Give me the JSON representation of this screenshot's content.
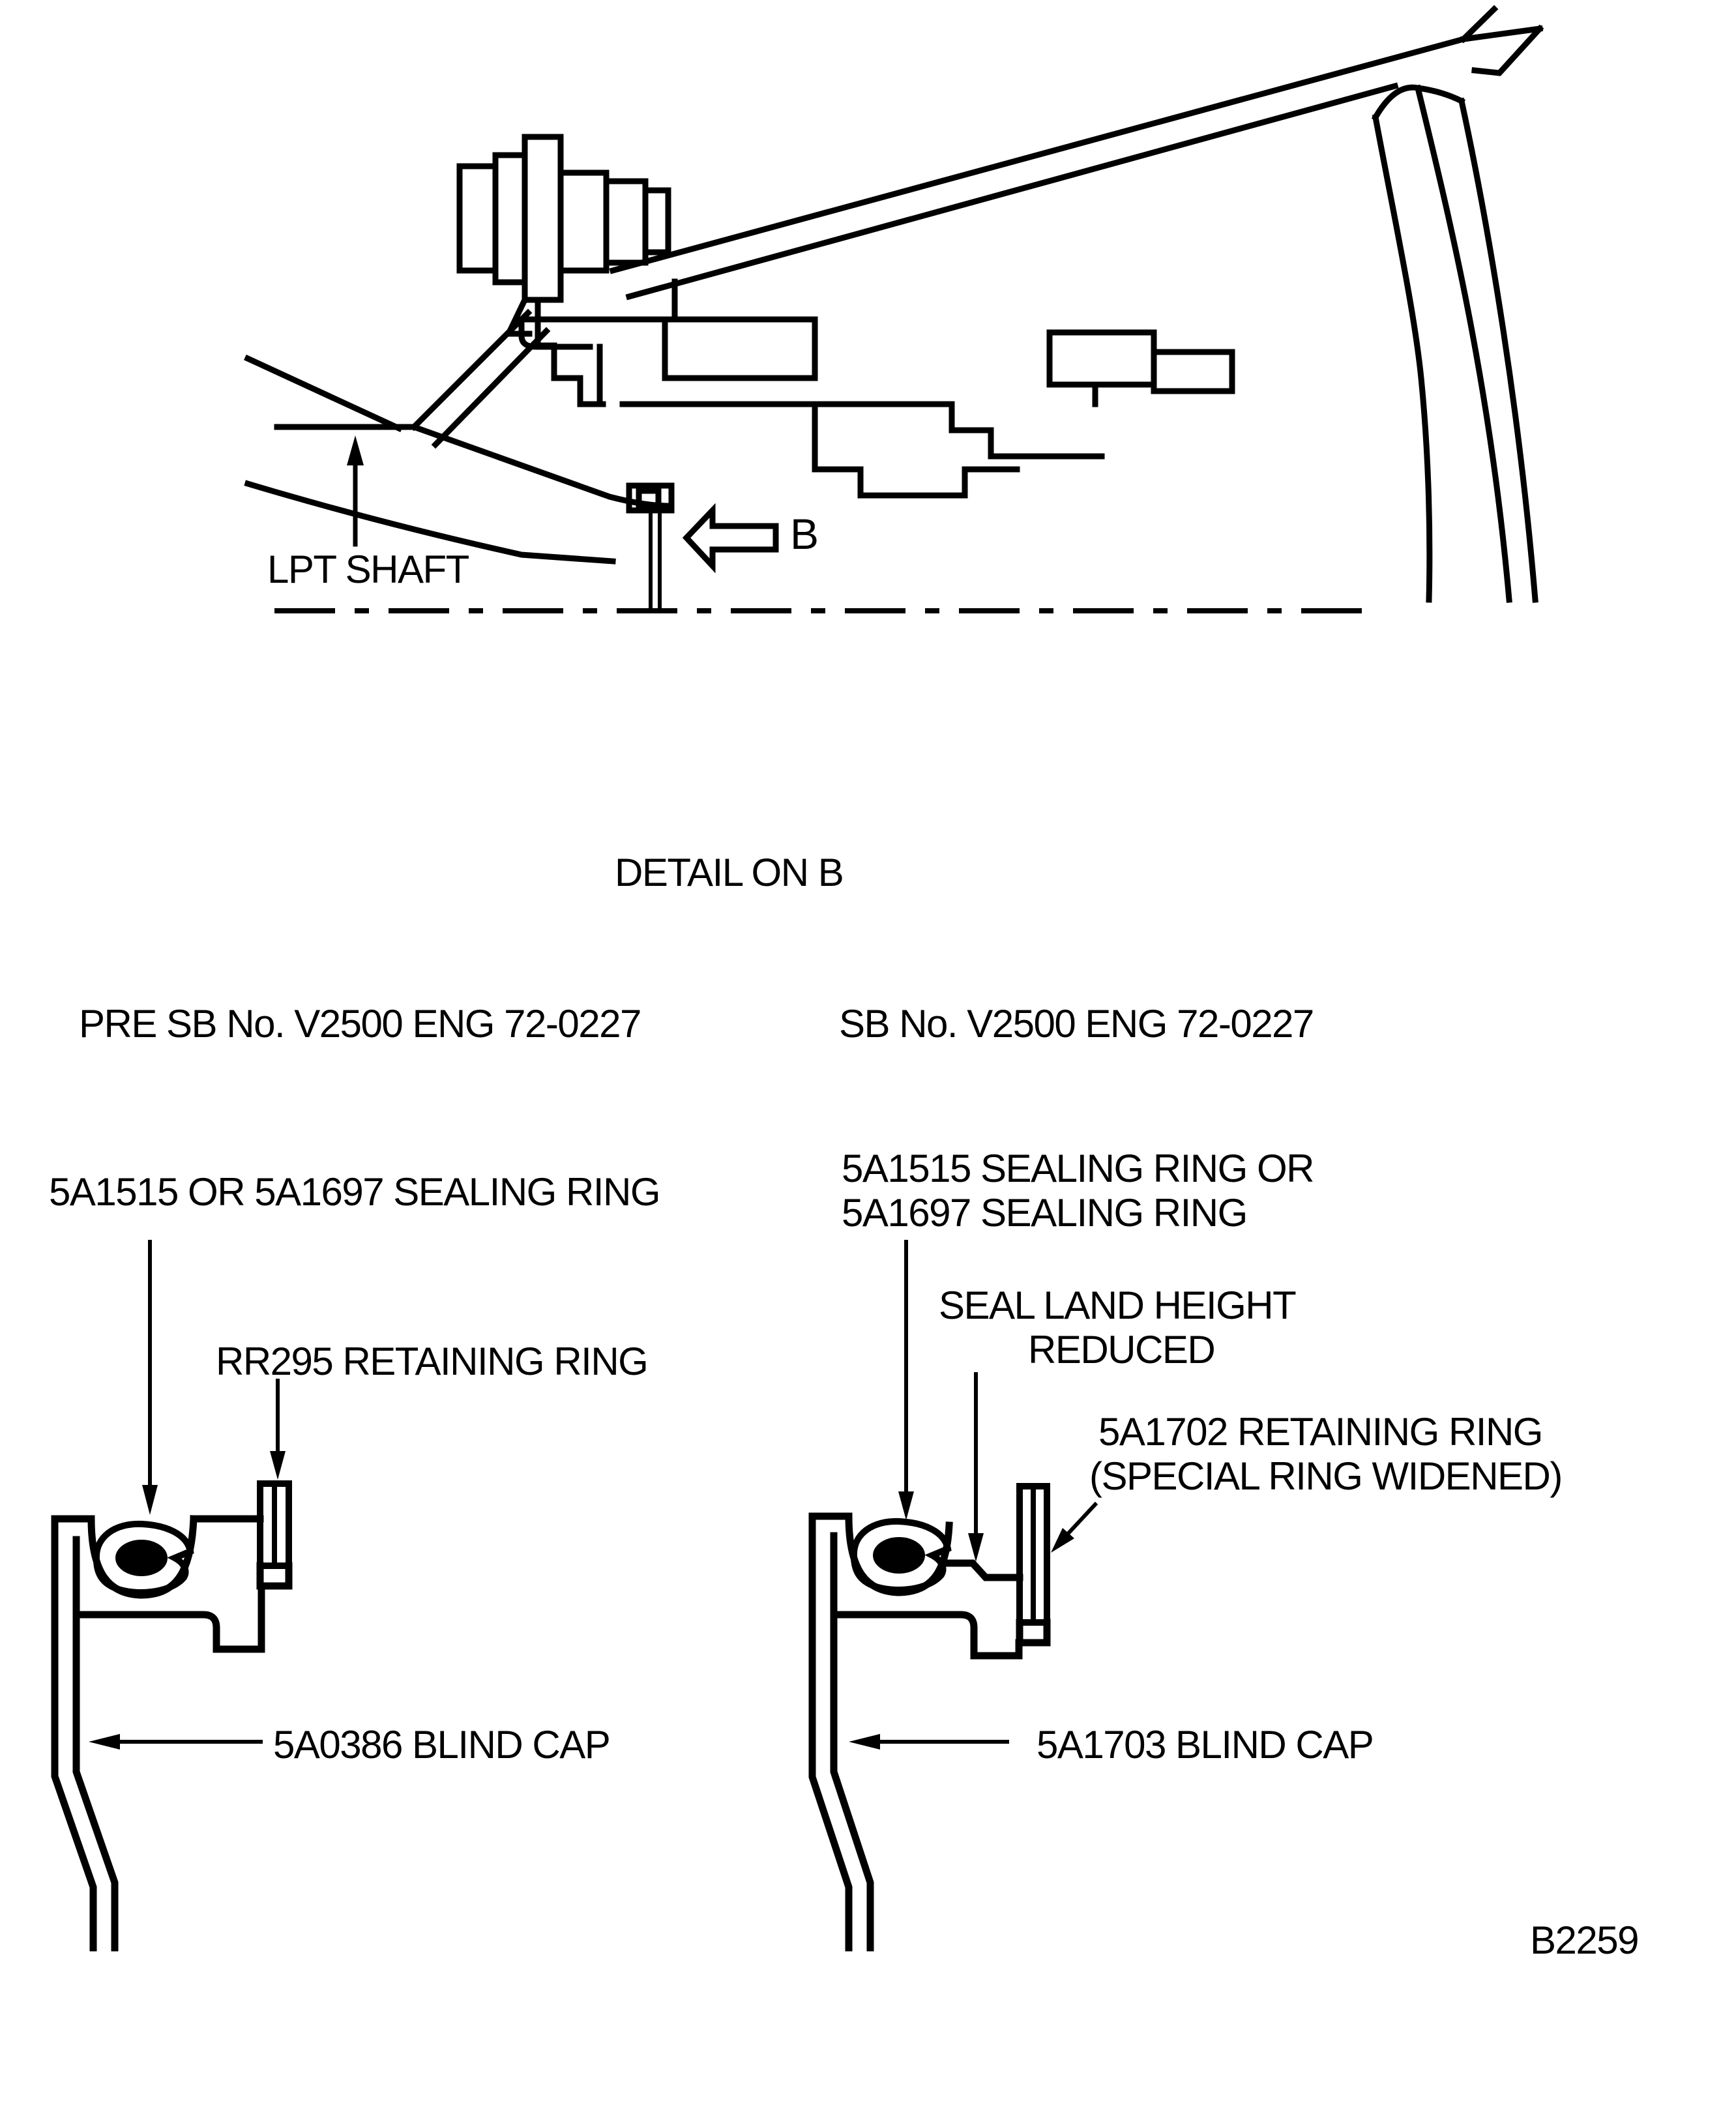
{
  "figure": {
    "code": "B2259",
    "detail_title": "DETAIL ON B",
    "overview": {
      "shaft_label": "LPT SHAFT",
      "detail_marker": "B"
    },
    "pre_sb": {
      "header": "PRE SB No. V2500 ENG 72-0227",
      "sealing_ring_label": "5A1515 OR 5A1697 SEALING RING",
      "retaining_ring_label": "RR295 RETAINING RING",
      "blind_cap_label": "5A0386 BLIND CAP"
    },
    "post_sb": {
      "header": "SB No. V2500 ENG 72-0227",
      "sealing_ring_label_line1": "5A1515 SEALING RING OR",
      "sealing_ring_label_line2": "5A1697 SEALING RING",
      "seal_land_label_line1": "SEAL LAND HEIGHT",
      "seal_land_label_line2": "REDUCED",
      "retaining_ring_label_line1": "5A1702 RETAINING RING",
      "retaining_ring_label_line2": "(SPECIAL RING WIDENED)",
      "blind_cap_label": "5A1703 BLIND CAP"
    }
  }
}
